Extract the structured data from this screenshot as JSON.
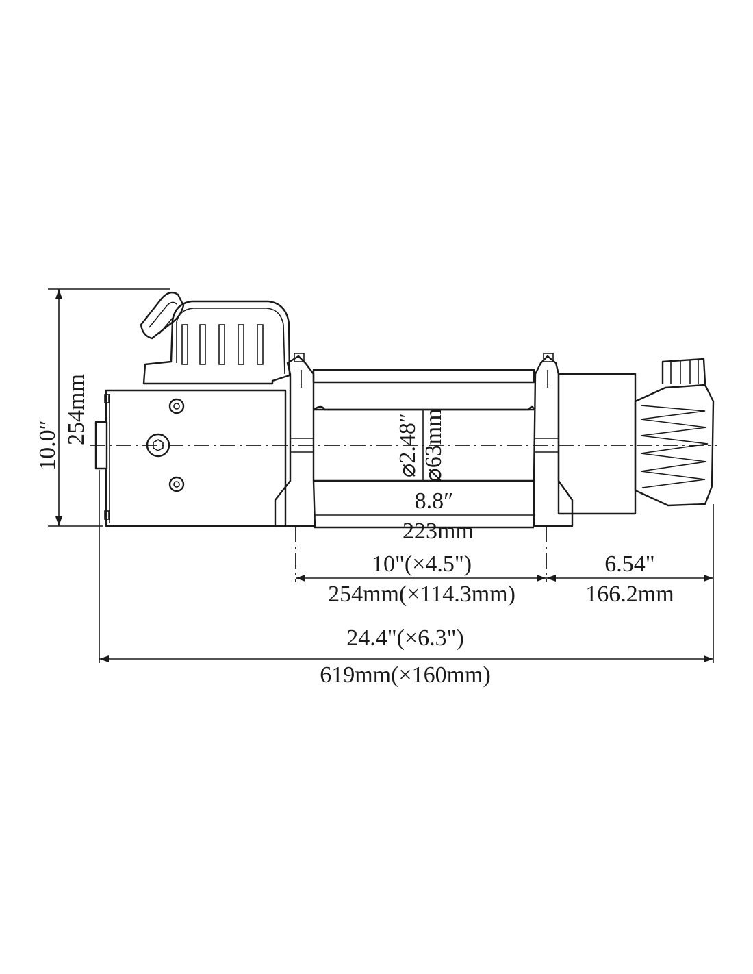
{
  "dimensions": {
    "height_in": "10.0″",
    "height_mm": "254mm",
    "drum_dia_in": "⌀2.48″",
    "drum_dia_mm": "⌀63mm",
    "drum_len_in": "8.8″",
    "drum_len_mm": "223mm",
    "mount_in": "10\"(×4.5\")",
    "mount_mm": "254mm(×114.3mm)",
    "gear_in": "6.54\"",
    "gear_mm": "166.2mm",
    "total_in": "24.4\"(×6.3\")",
    "total_mm": "619mm(×160mm)"
  },
  "colors": {
    "line": "#1a1a1a",
    "background": "#ffffff"
  }
}
